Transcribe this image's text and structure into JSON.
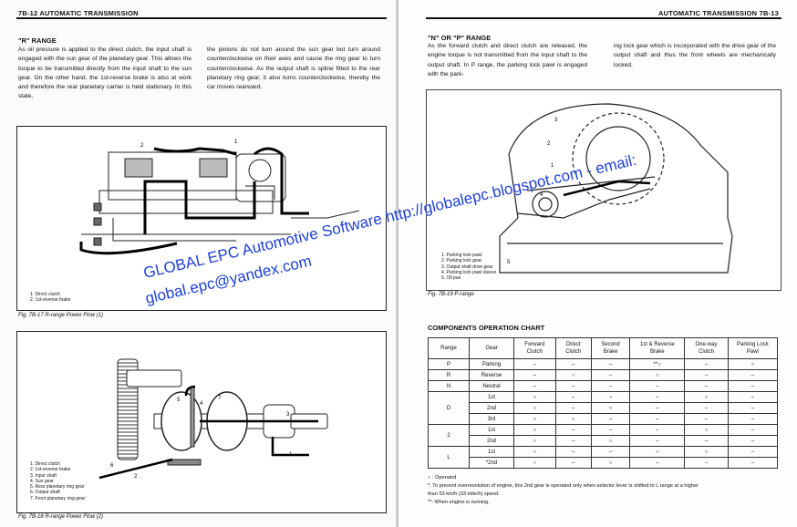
{
  "left_page": {
    "header": "7B-12  AUTOMATIC TRANSMISSION",
    "section_title": "\"R\" RANGE",
    "col1": "As oil pressure is applied to the direct clutch, the input shaft is engaged with the sun gear of the planetary gear. This allows the torque to be transmitted directly from the input shaft to the sun gear. On the other hand, the 1st-reverse brake is also at work and therefore the rear planetary carrier is held stationary. In this state,",
    "col2": "the pinions do not turn around the sun gear but turn around counterclockwise on their axes and cause the ring gear to turn counterclockwise. As the output shaft is spline fitted to the rear planetary ring gear, it also turns counterclockwise, thereby the car moves rearward.",
    "fig1": {
      "legend": [
        "1.  Direct clutch",
        "2.  1st-reverse brake"
      ],
      "caption": "Fig. 7B-17  R-range Power Flow (1)",
      "labels": [
        "2",
        "1"
      ]
    },
    "fig2": {
      "legend": [
        "1.  Direct clutch",
        "2.  1st-reverse brake",
        "3.  Input shaft",
        "4.  Sun gear",
        "5.  Rear planetary ring gear",
        "6.  Output shaft",
        "7.  Front planetary ring gear"
      ],
      "caption": "Fig. 7B-18  R-range Power Flow (2)",
      "labels": [
        "5",
        "4",
        "7",
        "3",
        "1",
        "6",
        "2"
      ]
    }
  },
  "right_page": {
    "header": "AUTOMATIC TRANSMISSION  7B-13",
    "section_title": "\"N\" OR \"P\" RANGE",
    "col1": "As the forward clutch and direct clutch are released, the engine torque is not transmitted from the input shaft to the output shaft. In P range, the parking lock pawl is engaged with the park-",
    "col2": "ing lock gear which is incorporated with the drive gear of the output shaft and thus the front wheels are mechanically locked.",
    "fig3": {
      "legend": [
        "1.  Parking lock pawl",
        "2.  Parking lock gear",
        "3.  Output shaft drive gear",
        "4.  Parking lock pawl sleeve",
        "5.  Oil pan"
      ],
      "caption": "Fig. 7B-19  P-range",
      "labels": [
        "3",
        "2",
        "1",
        "4",
        "5"
      ]
    },
    "chart_title": "COMPONENTS OPERATION CHART",
    "table": {
      "headers": [
        "Range",
        "Gear",
        "Forward Clutch",
        "Direct Clutch",
        "Second Brake",
        "1st & Reverse Brake",
        "One-way Clutch",
        "Parking Lock Pawl"
      ],
      "rows": [
        [
          "P",
          "Parking",
          "–",
          "–",
          "–",
          "**○",
          "–",
          "○"
        ],
        [
          "R",
          "Reverse",
          "–",
          "○",
          "–",
          "○",
          "–",
          "–"
        ],
        [
          "N",
          "Neutral",
          "–",
          "–",
          "–",
          "–",
          "–",
          "–"
        ],
        [
          "D",
          "1st",
          "○",
          "–",
          "–",
          "–",
          "○",
          "–"
        ],
        [
          "",
          "2nd",
          "○",
          "–",
          "○",
          "–",
          "–",
          "–"
        ],
        [
          "",
          "3rd",
          "○",
          "○",
          "–",
          "–",
          "–",
          "–"
        ],
        [
          "2",
          "1st",
          "○",
          "–",
          "–",
          "–",
          "○",
          "–"
        ],
        [
          "",
          "2nd",
          "○",
          "–",
          "○",
          "–",
          "–",
          "–"
        ],
        [
          "L",
          "1st",
          "○",
          "–",
          "–",
          "○",
          "○",
          "–"
        ],
        [
          "",
          "*2nd",
          "○",
          "–",
          "○",
          "–",
          "–",
          "–"
        ]
      ]
    },
    "notes": [
      "○  :  Operated",
      "*:  To prevent overrevolution of engine, this 2nd gear is operated only when selector lever is shifted to L range at a higher",
      "      than 53 km/h (33 mile/h) speed.",
      "**:  When engine is running."
    ]
  },
  "watermark": {
    "line1": "GLOBAL EPC Automotive Software http://globalepc.blogspot.com - email:",
    "line2": "global.epc@yandex.com",
    "color": "#1f3fd6"
  }
}
